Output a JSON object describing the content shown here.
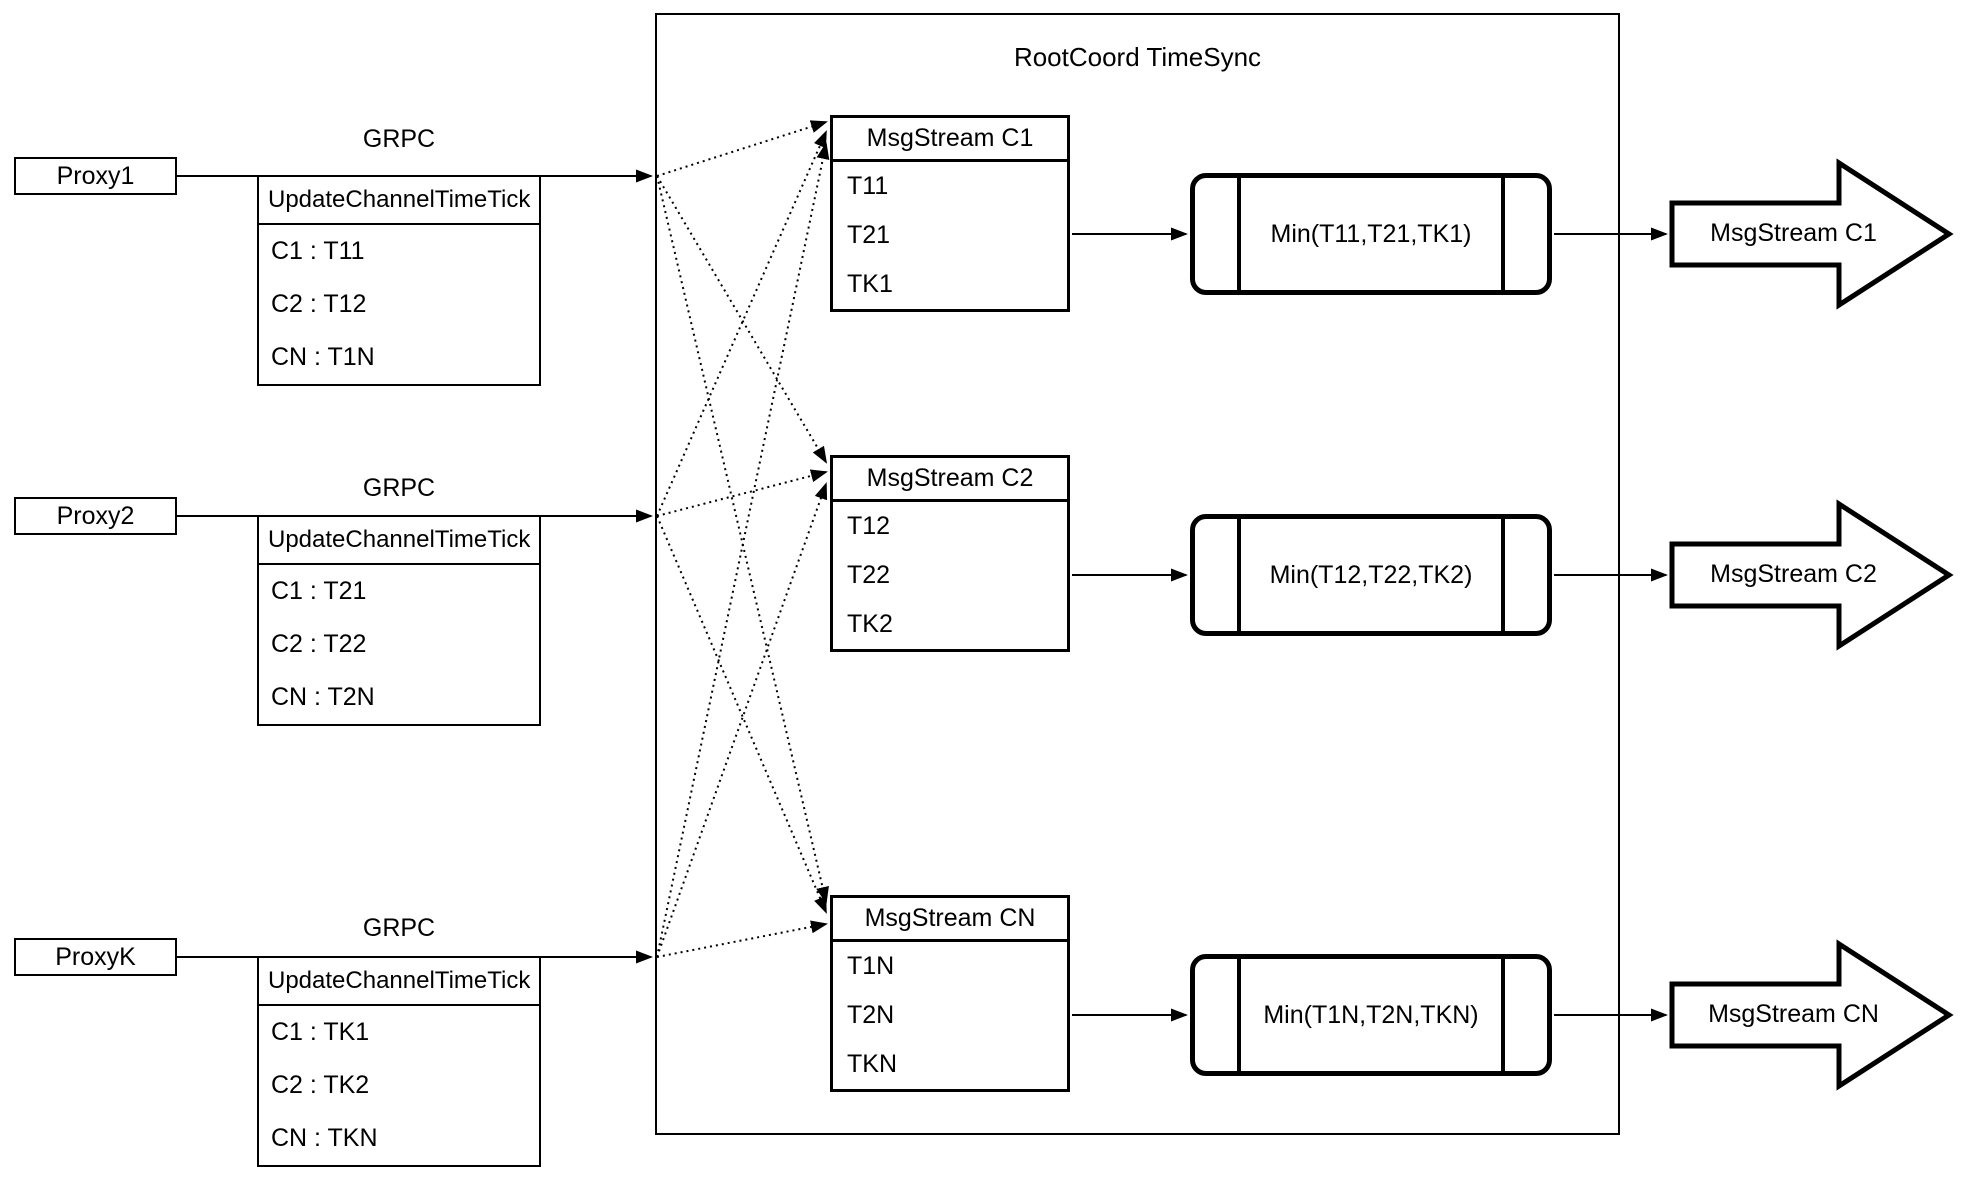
{
  "colors": {
    "background": "#ffffff",
    "stroke": "#000000",
    "text": "#000000"
  },
  "diagram": {
    "title": "RootCoord TimeSync",
    "proxies": [
      {
        "name": "Proxy1",
        "protocol": "GRPC",
        "table": {
          "header": "UpdateChannelTimeTick",
          "rows": [
            "C1 : T11",
            "C2 : T12",
            "CN : T1N"
          ]
        }
      },
      {
        "name": "Proxy2",
        "protocol": "GRPC",
        "table": {
          "header": "UpdateChannelTimeTick",
          "rows": [
            "C1 : T21",
            "C2 : T22",
            "CN : T2N"
          ]
        }
      },
      {
        "name": "ProxyK",
        "protocol": "GRPC",
        "table": {
          "header": "UpdateChannelTimeTick",
          "rows": [
            "C1 : TK1",
            "C2 : TK2",
            "CN : TKN"
          ]
        }
      }
    ],
    "msgstreams": [
      {
        "title": "MsgStream C1",
        "rows": [
          "T11",
          "T21",
          "TK1"
        ]
      },
      {
        "title": "MsgStream C2",
        "rows": [
          "T12",
          "T22",
          "TK2"
        ]
      },
      {
        "title": "MsgStream CN",
        "rows": [
          "T1N",
          "T2N",
          "TKN"
        ]
      }
    ],
    "min_ops": [
      "Min(T11,T21,TK1)",
      "Min(T12,T22,TK2)",
      "Min(T1N,T2N,TKN)"
    ],
    "outputs": [
      "MsgStream C1",
      "MsgStream C2",
      "MsgStream CN"
    ]
  }
}
